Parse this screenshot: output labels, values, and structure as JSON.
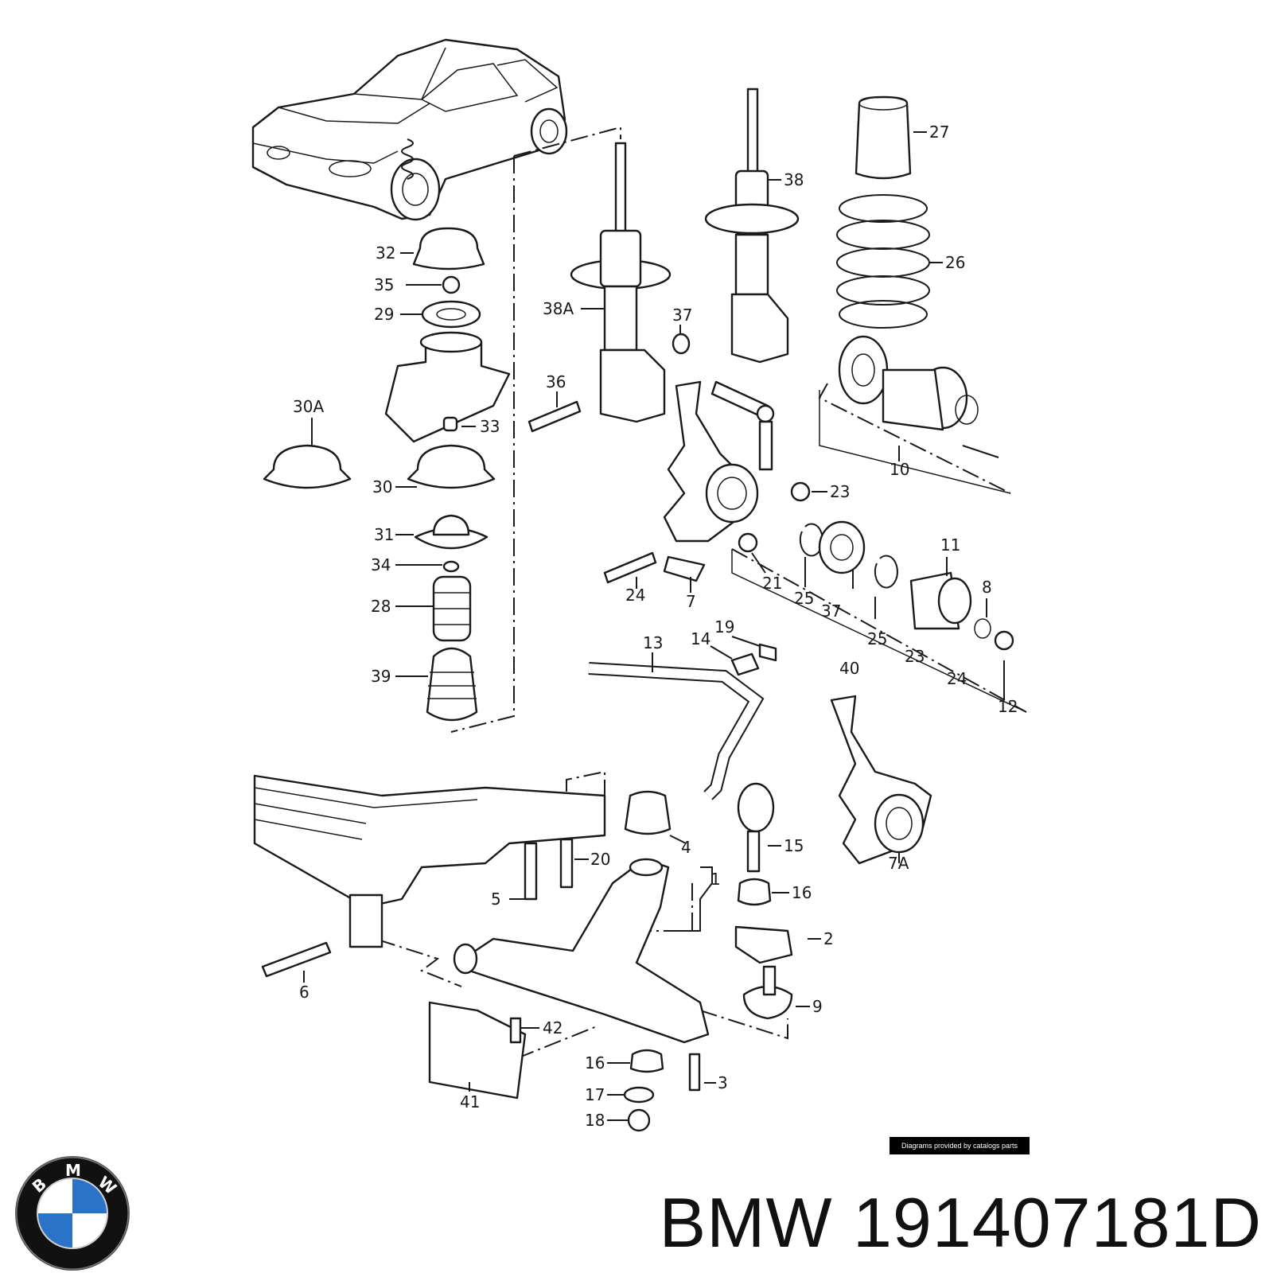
{
  "callouts": [
    {
      "id": "c27",
      "label": "27"
    },
    {
      "id": "c38",
      "label": "38"
    },
    {
      "id": "c26",
      "label": "26"
    },
    {
      "id": "c32",
      "label": "32"
    },
    {
      "id": "c35",
      "label": "35"
    },
    {
      "id": "c29",
      "label": "29"
    },
    {
      "id": "c38a",
      "label": "38A"
    },
    {
      "id": "c37a",
      "label": "37"
    },
    {
      "id": "c36",
      "label": "36"
    },
    {
      "id": "c30a",
      "label": "30A"
    },
    {
      "id": "c33",
      "label": "33"
    },
    {
      "id": "c30",
      "label": "30"
    },
    {
      "id": "c31",
      "label": "31"
    },
    {
      "id": "c34",
      "label": "34"
    },
    {
      "id": "c28",
      "label": "28"
    },
    {
      "id": "c39",
      "label": "39"
    },
    {
      "id": "c10",
      "label": "10"
    },
    {
      "id": "c23a",
      "label": "23"
    },
    {
      "id": "c11",
      "label": "11"
    },
    {
      "id": "c8",
      "label": "8"
    },
    {
      "id": "c21",
      "label": "21"
    },
    {
      "id": "c25a",
      "label": "25"
    },
    {
      "id": "c37b",
      "label": "37"
    },
    {
      "id": "c25b",
      "label": "25"
    },
    {
      "id": "c24a",
      "label": "24"
    },
    {
      "id": "c7",
      "label": "7"
    },
    {
      "id": "c13",
      "label": "13"
    },
    {
      "id": "c14",
      "label": "14"
    },
    {
      "id": "c19",
      "label": "19"
    },
    {
      "id": "c40",
      "label": "40"
    },
    {
      "id": "c23b",
      "label": "23"
    },
    {
      "id": "c24b",
      "label": "24"
    },
    {
      "id": "c12",
      "label": "12"
    },
    {
      "id": "c4",
      "label": "4"
    },
    {
      "id": "c15",
      "label": "15"
    },
    {
      "id": "c20",
      "label": "20"
    },
    {
      "id": "c1",
      "label": "1"
    },
    {
      "id": "c7a",
      "label": "7A"
    },
    {
      "id": "c5",
      "label": "5"
    },
    {
      "id": "c16a",
      "label": "16"
    },
    {
      "id": "c2",
      "label": "2"
    },
    {
      "id": "c6",
      "label": "6"
    },
    {
      "id": "c9",
      "label": "9"
    },
    {
      "id": "c42",
      "label": "42"
    },
    {
      "id": "c16b",
      "label": "16"
    },
    {
      "id": "c3",
      "label": "3"
    },
    {
      "id": "c17",
      "label": "17"
    },
    {
      "id": "c41",
      "label": "41"
    },
    {
      "id": "c18",
      "label": "18"
    }
  ],
  "credit": "Diagrams provided by catalogs parts",
  "footer": {
    "brand": "BMW",
    "part_number": "191407181D",
    "title": "BMW 191407181D"
  },
  "logo": {
    "letters": [
      "B",
      "M",
      "W"
    ],
    "colors": {
      "blue": "#2a73c8",
      "ring": "#111111",
      "white": "#ffffff"
    }
  }
}
